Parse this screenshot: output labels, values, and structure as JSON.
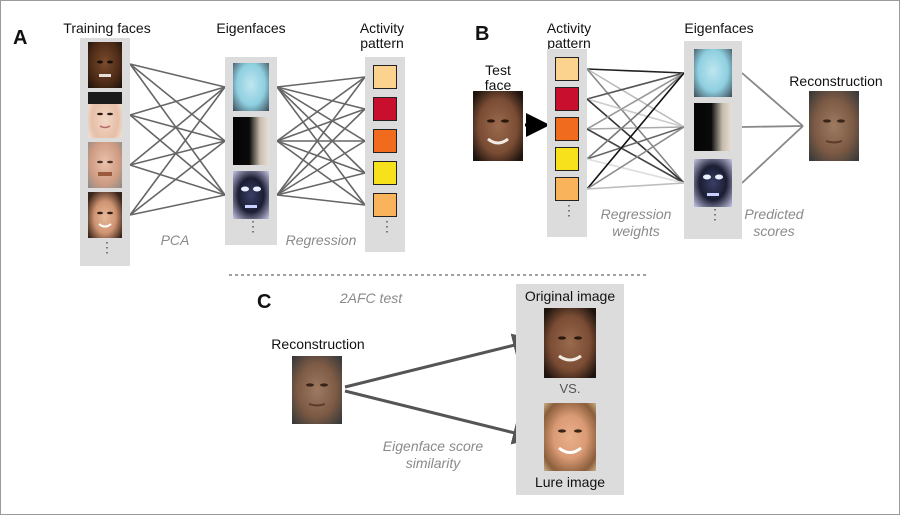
{
  "panels": {
    "a": {
      "letter": "A",
      "training_faces_label": "Training faces",
      "eigenfaces_label": "Eigenfaces",
      "activity_pattern_label": "Activity pattern",
      "pca_label": "PCA",
      "regression_label": "Regression",
      "activity_colors": [
        "#fbd28e",
        "#c8102e",
        "#f06b1d",
        "#f7e11d",
        "#f9b35a"
      ]
    },
    "b": {
      "letter": "B",
      "test_face_label": "Test face",
      "activity_pattern_label": "Activity pattern",
      "eigenfaces_label": "Eigenfaces",
      "reconstruction_label": "Reconstruction",
      "regression_weights_label": "Regression weights",
      "predicted_scores_label": "Predicted scores",
      "activity_colors": [
        "#fbd28e",
        "#c8102e",
        "#f06b1d",
        "#f7e11d",
        "#f9b35a"
      ]
    },
    "c": {
      "letter": "C",
      "test_label": "2AFC test",
      "reconstruction_label": "Reconstruction",
      "original_image_label": "Original image",
      "vs_label": "VS.",
      "lure_image_label": "Lure image",
      "similarity_label": "Eigenface score similarity"
    }
  },
  "ellipsis": "⋮"
}
